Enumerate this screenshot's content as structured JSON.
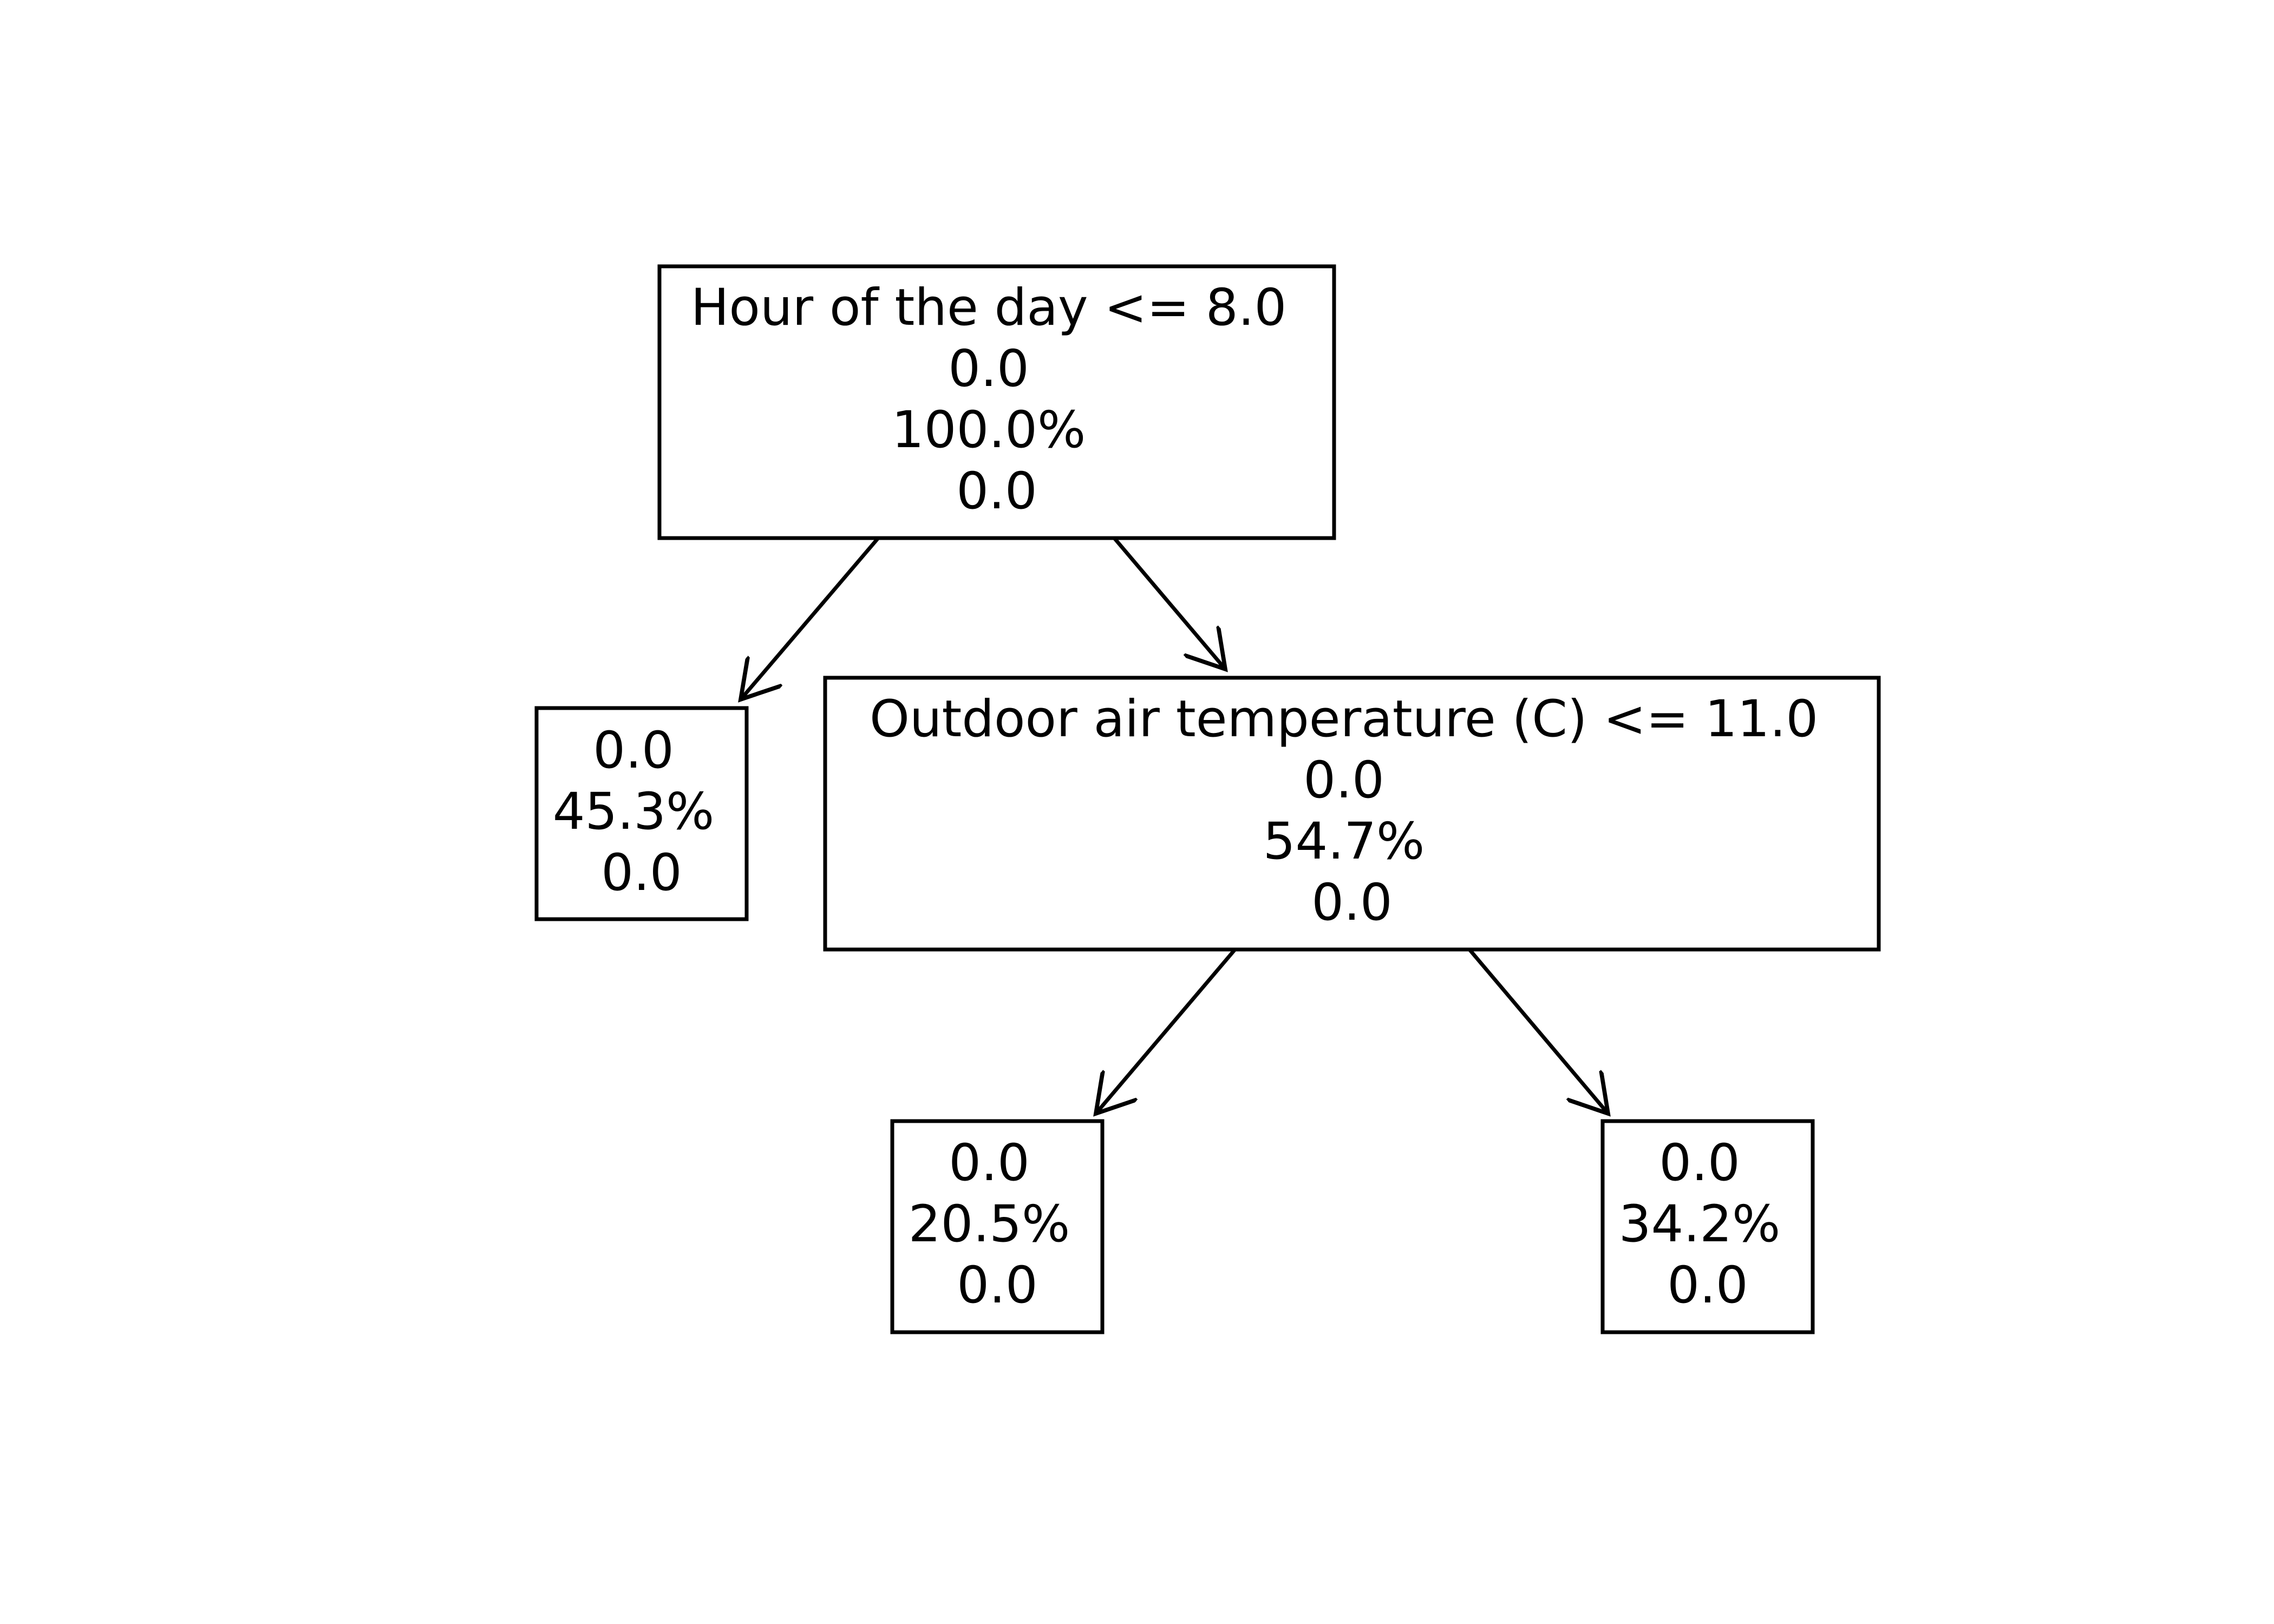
{
  "tree": {
    "nodes": [
      {
        "id": "root",
        "lines": [
          "Hour of the day <= 8.0",
          "0.0",
          "100.0%",
          "0.0"
        ]
      },
      {
        "id": "left-leaf",
        "lines": [
          "0.0",
          "45.3%",
          "0.0"
        ]
      },
      {
        "id": "temperature-split",
        "lines": [
          "Outdoor air temperature (C) <= 11.0",
          "0.0",
          "54.7%",
          "0.0"
        ]
      },
      {
        "id": "low-temperature-leaf",
        "lines": [
          "0.0",
          "20.5%",
          "0.0"
        ]
      },
      {
        "id": "high-temperature-leaf",
        "lines": [
          "0.0",
          "34.2%",
          "0.0"
        ]
      }
    ],
    "edges": [
      {
        "from": "root",
        "to": "left-leaf"
      },
      {
        "from": "root",
        "to": "temperature-split"
      },
      {
        "from": "temperature-split",
        "to": "low-temperature-leaf"
      },
      {
        "from": "temperature-split",
        "to": "high-temperature-leaf"
      }
    ]
  }
}
